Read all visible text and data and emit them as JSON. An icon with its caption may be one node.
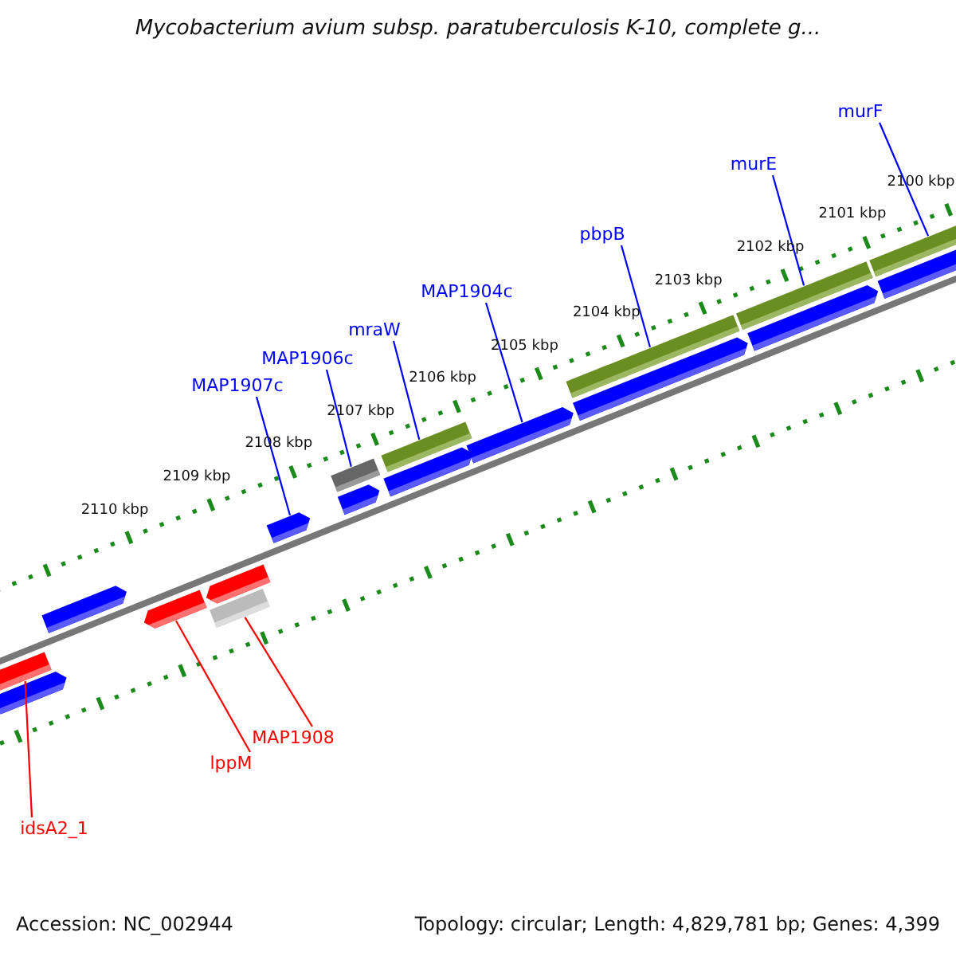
{
  "diagram": {
    "title": "Mycobacterium avium subsp. paratuberculosis K-10, complete g...",
    "nodes": [
      {
        "text": [
          "murF"
        ]
      },
      {
        "text": [
          "murE"
        ]
      },
      {
        "text": [
          "pbpB"
        ]
      },
      {
        "text": [
          "MAP1904c"
        ]
      },
      {
        "text": [
          "mraW"
        ]
      },
      {
        "text": [
          "MAP1906c"
        ]
      },
      {
        "text": [
          "MAP1907c"
        ]
      },
      {
        "text": [
          "MAP1908"
        ]
      },
      {
        "text": [
          "lppM"
        ]
      },
      {
        "text": [
          "idsA2_1"
        ]
      },
      {
        "text": [],
        "shape": "bar"
      },
      {
        "text": [],
        "shape": "bar"
      },
      {
        "text": [],
        "shape": "bar"
      },
      {
        "text": [],
        "shape": "bar"
      },
      {
        "text": [],
        "shape": "bar"
      },
      {
        "text": [],
        "shape": "bar"
      },
      {
        "text": [],
        "shape": "bar"
      },
      {
        "text": [],
        "shape": "bar"
      },
      {
        "text": [],
        "shape": "bar"
      },
      {
        "text": [],
        "shape": "bar"
      },
      {
        "text": [],
        "shape": "bar"
      },
      {
        "text": [],
        "shape": "bar"
      },
      {
        "text": [],
        "shape": "bar"
      },
      {
        "text": [],
        "shape": "bar"
      },
      {
        "text": [],
        "shape": "bar"
      },
      {
        "text": [],
        "shape": "bar"
      },
      {
        "text": [],
        "shape": "bar"
      },
      {
        "text": [],
        "shape": "bar"
      }
    ],
    "edges": [
      {
        "from": 0,
        "to": 10,
        "arrow": "none"
      },
      {
        "from": 1,
        "to": 11,
        "arrow": "none"
      },
      {
        "from": 2,
        "to": 12,
        "arrow": "none"
      },
      {
        "from": 3,
        "to": 13,
        "arrow": "none"
      },
      {
        "from": 4,
        "to": 14,
        "arrow": "none"
      },
      {
        "from": 5,
        "to": 15,
        "arrow": "none"
      },
      {
        "from": 6,
        "to": 16,
        "arrow": "none"
      },
      {
        "from": 7,
        "to": 17,
        "arrow": "none",
        "color": "#ff0000"
      },
      {
        "from": 8,
        "to": 18,
        "arrow": "none",
        "color": "#ff0000"
      },
      {
        "from": 9,
        "to": 19,
        "arrow": "none",
        "color": "#ff0000"
      }
    ],
    "labels": [
      "2100 kbp",
      "2101 kbp",
      "2102 kbp",
      "2103 kbp",
      "2104 kbp",
      "2105 kbp",
      "2106 kbp",
      "2107 kbp",
      "2108 kbp",
      "2109 kbp",
      "2110 kbp",
      "Accession: NC_002944",
      "Topology: circular; Length: 4,829,781 bp; Genes: 4,399"
    ]
  }
}
